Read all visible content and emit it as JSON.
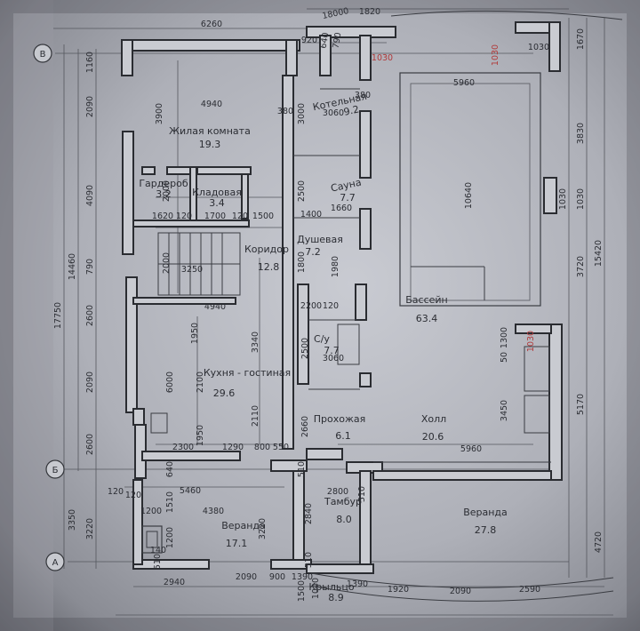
{
  "axes": {
    "A": "А",
    "B": "Б",
    "V": "В"
  },
  "rooms": {
    "living": {
      "name": "Жилая комната",
      "area": "19.3"
    },
    "wardrobe": {
      "name": "Гардероб",
      "area": "3.2"
    },
    "storage": {
      "name": "Кладовая",
      "area": "3.4"
    },
    "corridor": {
      "name": "Коридор",
      "area": "12.8"
    },
    "boiler": {
      "name": "Котельная",
      "area": "9.2"
    },
    "sauna": {
      "name": "Сауна",
      "area": "7.7"
    },
    "shower": {
      "name": "Душевая",
      "area": "7.2"
    },
    "pool": {
      "name": "Бассейн",
      "area": "63.4"
    },
    "wc": {
      "name": "С/у",
      "area": "7.7"
    },
    "kitchen": {
      "name": "Кухня - гостиная",
      "area": "29.6"
    },
    "passage": {
      "name": "Прохожая",
      "area": "6.1"
    },
    "hall": {
      "name": "Холл",
      "area": "20.6"
    },
    "vestibule": {
      "name": "Тамбур",
      "area": "8.0"
    },
    "veranda_left": {
      "name": "Веранда",
      "area": "17.1"
    },
    "veranda_right": {
      "name": "Веранда",
      "area": "27.8"
    },
    "porch": {
      "name": "Крыльцо",
      "area": "8.9"
    }
  },
  "dims": {
    "top_6260": "6260",
    "top_920": "920",
    "top_640": "640",
    "top_790": "790",
    "top_18000": "18000",
    "top_1820": "1820",
    "top_1670": "1670",
    "top_1030": "1030",
    "left_1160": "1160",
    "left_2090a": "2090",
    "left_4090": "4090",
    "left_790": "790",
    "left_2600a": "2600",
    "left_2090b": "2090",
    "left_2600b": "2600",
    "left_3220": "3220",
    "left_14460": "14460",
    "left_17750": "17750",
    "left_3350": "3350",
    "r_1670": "1670",
    "r_3830": "3830",
    "r_1030": "1030",
    "r_3720": "3720",
    "r_15420": "15420",
    "r_5170": "5170",
    "r_4720": "4720",
    "bottom_2940": "2940",
    "bottom_2090a": "2090",
    "bottom_900": "900",
    "bottom_1390a": "1390",
    "bottom_1390b": "1390",
    "bottom_1920": "1920",
    "bottom_2090b": "2090",
    "bottom_2590": "2590",
    "d_4940a": "4940",
    "d_3900": "3900",
    "d_380a": "380",
    "d_3000": "3000",
    "d_3060": "3060",
    "d_380b": "380",
    "d_5960a": "5960",
    "d_1030a": "1030",
    "d_1030b": "1030",
    "d_1030c": "1030",
    "d_10640": "10640",
    "d_1620": "1620",
    "d_120a": "120",
    "d_1700": "1700",
    "d_120b": "120",
    "d_1500": "1500",
    "d_2500a": "2500",
    "d_1400": "1400",
    "d_1660": "1660",
    "d_2000a": "2000",
    "d_2000b": "2000",
    "d_3250": "3250",
    "d_1800": "1800",
    "d_1980": "1980",
    "d_4940b": "4940",
    "d_2200": "2200",
    "d_120c": "120",
    "d_1950a": "1950",
    "d_3340": "3340",
    "d_6000": "6000",
    "d_2100": "2100",
    "d_2500b": "2500",
    "d_3060b": "3060",
    "d_1300": "1300",
    "d_50": "50",
    "d_1030d": "1030",
    "d_3450": "3450",
    "d_2110": "2110",
    "d_2660": "2660",
    "d_1950b": "1950",
    "d_2300": "2300",
    "d_1290": "1290",
    "d_800": "800",
    "d_550": "550",
    "d_510a": "510",
    "d_640": "640",
    "d_5960b": "5960",
    "d_5460": "5460",
    "d_120d": "120",
    "d_2800": "2800",
    "d_510b": "510",
    "d_1200a": "1200",
    "d_4380": "4380",
    "d_1510": "1510",
    "d_3220b": "3220",
    "d_2840": "2840",
    "d_1200b": "1200",
    "d_510c": "510",
    "d_510d": "510",
    "d_1040": "1040",
    "d_1500b": "1500",
    "d_120e": "120",
    "d_140": "140"
  },
  "colors": {
    "paper": "#c2c4cb",
    "ink": "#2a2c31",
    "wall_fill": "#c9cbd1",
    "note_red": "#b13a3a"
  }
}
